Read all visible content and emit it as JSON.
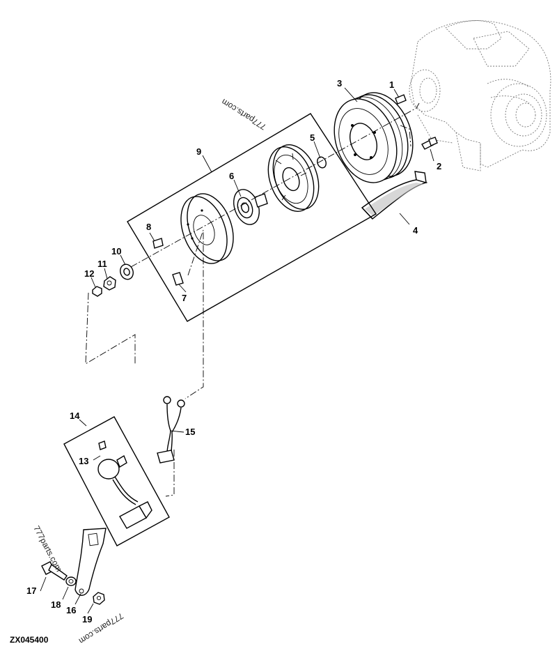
{
  "diagram": {
    "drawing_code": "ZX045400",
    "watermarks": [
      "777parts.com",
      "777parts.com",
      "777parts.com"
    ],
    "callouts": {
      "1": "1",
      "2": "2",
      "3": "3",
      "4": "4",
      "5": "5",
      "6": "6",
      "7": "7",
      "8": "8",
      "9": "9",
      "10": "10",
      "11": "11",
      "12": "12",
      "13": "13",
      "14": "14",
      "15": "15",
      "16": "16",
      "17": "17",
      "18": "18",
      "19": "19"
    }
  }
}
